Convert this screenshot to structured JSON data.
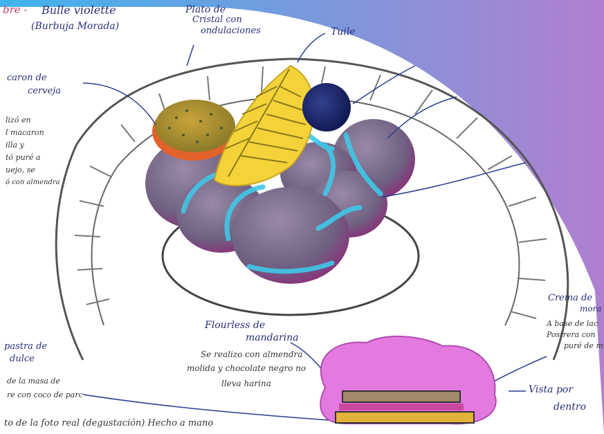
{
  "colors": {
    "gradient_start": "#3fb4ec",
    "gradient_end": "#b07fcf",
    "ink": "#2a2e7a",
    "purple_sphere": "#7a6d8c",
    "cyan_glaze": "#3fc8e8",
    "yellow_tuile": "#f4d23a",
    "orange_cookie": "#c9982e",
    "blue_berry": "#1f2a7a"
  },
  "labels": {
    "bubble_title_prefix": "bre -",
    "bubble_title": "Bulle violette",
    "bubble_subtitle": "(Burbuja Morada)",
    "plate_line1": "Plato de",
    "plate_line2": "Cristal con",
    "plate_line3": "ondulaciones",
    "tuile": "Tuile",
    "macaron_line1": "caron de",
    "macaron_line2": "cerveja",
    "macaron_desc": [
      "lizó en",
      "l macaron",
      "illa y",
      "tó puré a",
      "uejo, se",
      "ó con almendra"
    ],
    "crema_line1": "Crema de",
    "crema_line2": "mora",
    "crema_desc": [
      "A base de lac",
      "Postrera con",
      "puré de m"
    ],
    "flourless_line1": "Flourless de",
    "flourless_line2": "mandarina",
    "flourless_desc": [
      "Se realizo con almendra",
      "molida y chocolate negro no",
      "lleva harina"
    ],
    "pastry_line1": "pastra de",
    "pastry_line2": "dulce",
    "pastry_desc": [
      "de la masa de",
      "re con coco de parc"
    ],
    "inside_view_line1": "Vista por",
    "inside_view_line2": "dentro",
    "footer": "to de la foto real (degustación) Hecho a mano"
  }
}
